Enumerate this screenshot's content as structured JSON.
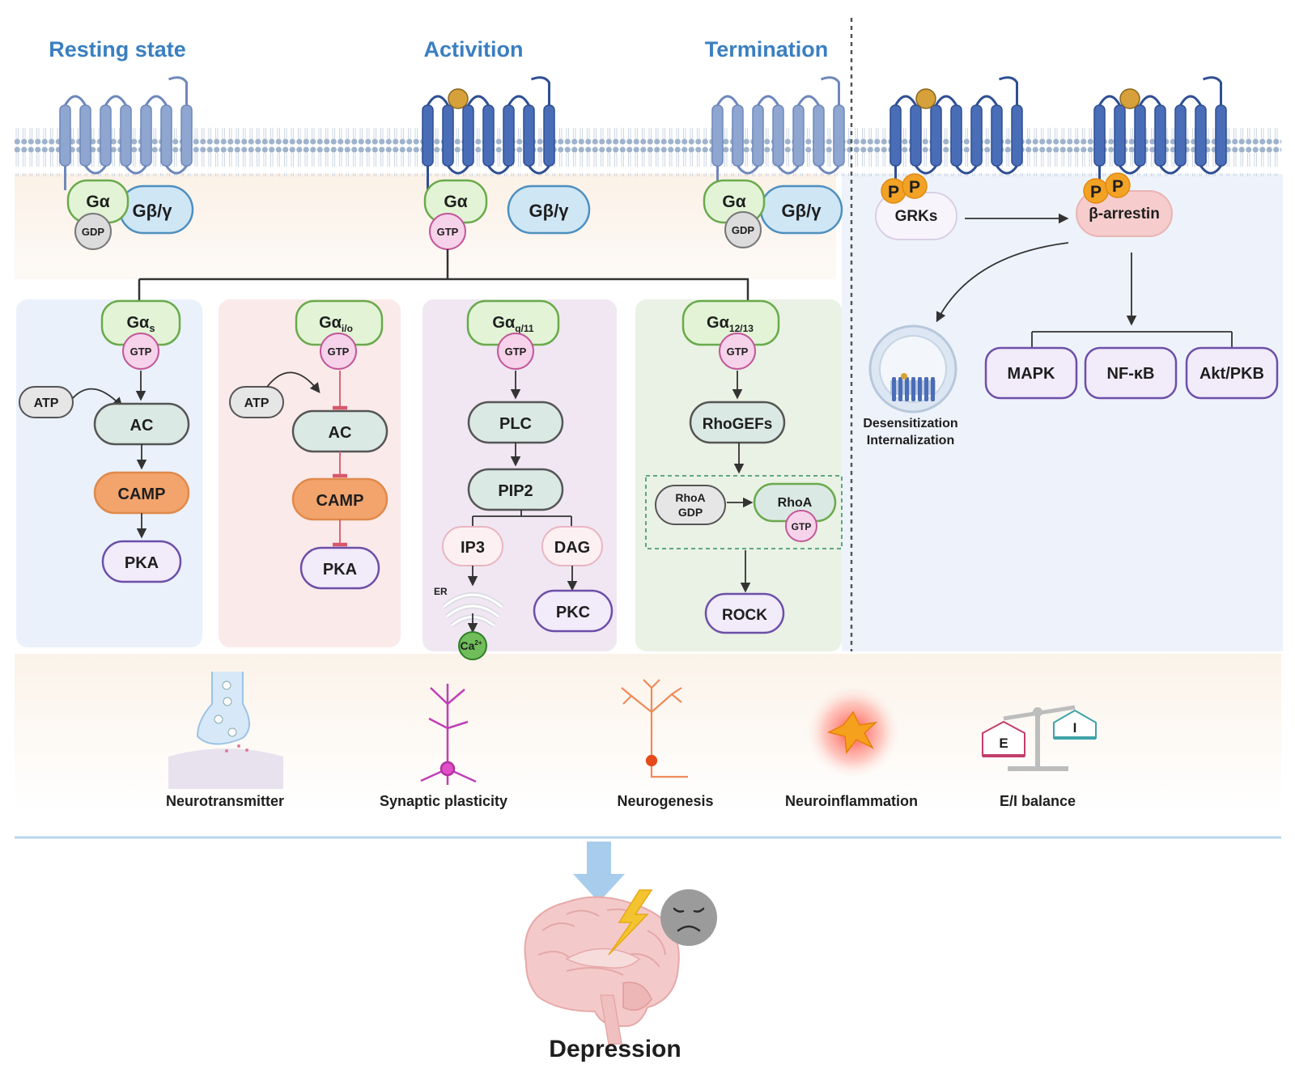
{
  "headings": {
    "resting": "Resting state",
    "activation": "Activition",
    "termination": "Termination"
  },
  "gprotein": {
    "alpha": "Gα",
    "betagamma": "Gβ/γ",
    "gdp": "GDP",
    "gtp": "GTP"
  },
  "pathways": {
    "gs": {
      "head": "Gα",
      "sub": "s",
      "gtp": "GTP",
      "atp": "ATP",
      "ac": "AC",
      "camp": "CAMP",
      "pka": "PKA"
    },
    "gi": {
      "head": "Gα",
      "sub": "i/o",
      "gtp": "GTP",
      "atp": "ATP",
      "ac": "AC",
      "camp": "CAMP",
      "pka": "PKA"
    },
    "gq": {
      "head": "Gα",
      "sub": "q/11",
      "gtp": "GTP",
      "plc": "PLC",
      "pip2": "PIP2",
      "ip3": "IP3",
      "dag": "DAG",
      "er": "ER",
      "ca": "Ca",
      "ca_sup": "2+",
      "pkc": "PKC"
    },
    "g12": {
      "head": "Gα",
      "sub": "12/13",
      "gtp": "GTP",
      "rhogefs": "RhoGEFs",
      "rhoa_gdp_1": "RhoA",
      "rhoa_gdp_2": "GDP",
      "rhoa": "RhoA",
      "rhoa_gtp": "GTP",
      "rock": "ROCK"
    }
  },
  "arrestin": {
    "p": "P",
    "grks": "GRKs",
    "barrestin": "β-arrestin",
    "desens_1": "Desensitization",
    "desens_2": "Internalization",
    "mapk": "MAPK",
    "nfkb": "NF-κB",
    "akt": "Akt/PKB"
  },
  "effects": {
    "neurotransmitter": "Neurotransmitter",
    "plasticity": "Synaptic plasticity",
    "neurogenesis": "Neurogenesis",
    "neuroinflammation": "Neuroinflammation",
    "ei_balance": "E/I balance",
    "e": "E",
    "i": "I"
  },
  "outcome": {
    "label": "Depression"
  },
  "colors": {
    "title_blue": "#3a7fc1",
    "membrane": "#9fb3cc",
    "receptor_rest": "#8fa6d0",
    "receptor_active": "#4a6db7",
    "ligand": "#d6a13a",
    "galpha_fill": "#e3f4d6",
    "galpha_stroke": "#6aaa4c",
    "betagamma_fill": "#cfe6f5",
    "gtp_fill": "#f6d3ea",
    "gtp_stroke": "#c2579a",
    "gdp_fill": "#dcdcdc",
    "effector_fill": "#dbe9e4",
    "camp_fill": "#f2a46c",
    "kinase_fill": "#f1ebfa",
    "kinase_stroke": "#6d4fa8",
    "phosphate": "#f2a224",
    "panel_gs": "#eaf1fb",
    "panel_gi": "#fbeaea",
    "panel_gq": "#f0e7f3",
    "panel_g12": "#e9f2e4",
    "panel_arrestin": "#eef3fb",
    "inhibit_red": "#d9576a"
  }
}
